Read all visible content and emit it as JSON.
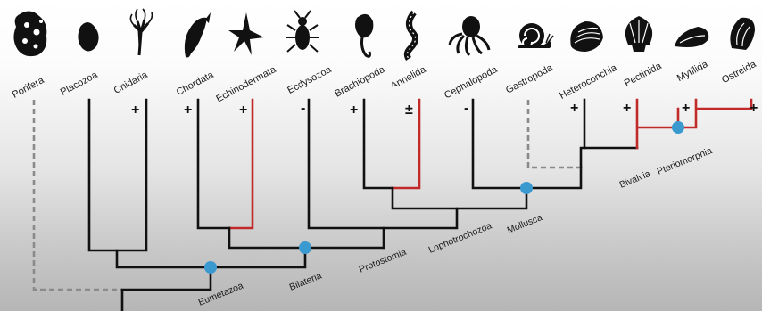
{
  "taxa": [
    {
      "key": "porifera",
      "name": "Porifera",
      "mark": ""
    },
    {
      "key": "placozoa",
      "name": "Placozoa",
      "mark": ""
    },
    {
      "key": "cnidaria",
      "name": "Cnidaria",
      "mark": "+"
    },
    {
      "key": "chordata",
      "name": "Chordata",
      "mark": "+"
    },
    {
      "key": "echinodermata",
      "name": "Echinodermata",
      "mark": "+"
    },
    {
      "key": "ecdysozoa",
      "name": "Ecdysozoa",
      "mark": "-"
    },
    {
      "key": "brachiopoda",
      "name": "Brachiopoda",
      "mark": "+"
    },
    {
      "key": "annelida",
      "name": "Annelida",
      "mark": "±"
    },
    {
      "key": "cephalopoda",
      "name": "Cephalopoda",
      "mark": "-"
    },
    {
      "key": "gastropoda",
      "name": "Gastropoda",
      "mark": ""
    },
    {
      "key": "heteroconchia",
      "name": "Heteroconchia",
      "mark": "+"
    },
    {
      "key": "pectinida",
      "name": "Pectinida",
      "mark": "+"
    },
    {
      "key": "mytilida",
      "name": "Mytilida",
      "mark": "+"
    },
    {
      "key": "ostreida",
      "name": "Ostreida",
      "mark": "+"
    }
  ],
  "clades": {
    "eumetazoa": "Eumetazoa",
    "bilateria": "Bilateria",
    "protostomia": "Protostomia",
    "lophotrochozoa": "Lophotrochozoa",
    "mollusca": "Mollusca",
    "bivalvia": "Bivalvia",
    "pteriomorphia": "Pteriomorphia"
  },
  "colors": {
    "branch": "#111111",
    "highlight_branch": "#c22a2a",
    "uncertain_branch": "#8a8a8a",
    "node_marker": "#3a9ad0"
  },
  "icons": [
    "sponge-icon",
    "placozoan-icon",
    "hydra-icon",
    "fish-icon",
    "starfish-icon",
    "insect-icon",
    "brachiopod-icon",
    "worm-icon",
    "octopus-icon",
    "snail-icon",
    "clam-icon",
    "scallop-icon",
    "mussel-icon",
    "oyster-icon"
  ]
}
